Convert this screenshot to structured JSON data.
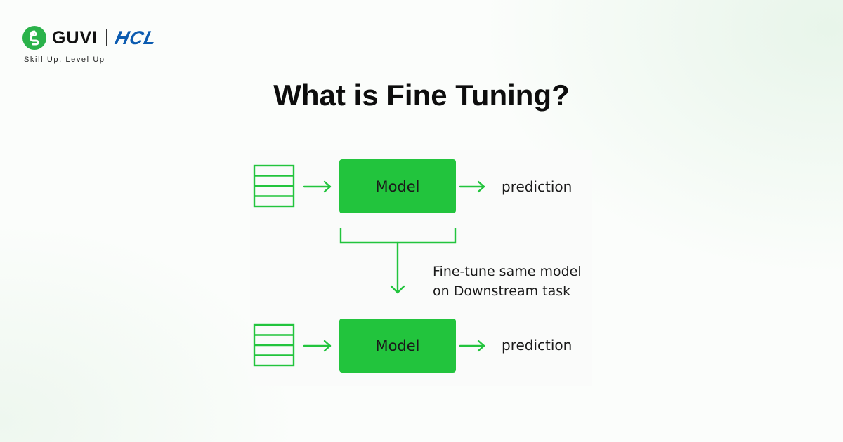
{
  "brand": {
    "guvi_label": "GUVI",
    "hcl_label": "HCL",
    "tagline": "Skill Up. Level Up",
    "icon": "guvi-logo-icon",
    "colors": {
      "guvi_green": "#2ab24a",
      "hcl_blue": "#0b5bb0"
    }
  },
  "title": "What is Fine Tuning?",
  "diagram": {
    "accent_color": "#22c43d",
    "top_row": {
      "model_label": "Model",
      "output_label": "prediction"
    },
    "transfer_label_line1": "Fine-tune same model",
    "transfer_label_line2": "on Downstream task",
    "bottom_row": {
      "model_label": "Model",
      "output_label": "prediction"
    }
  }
}
